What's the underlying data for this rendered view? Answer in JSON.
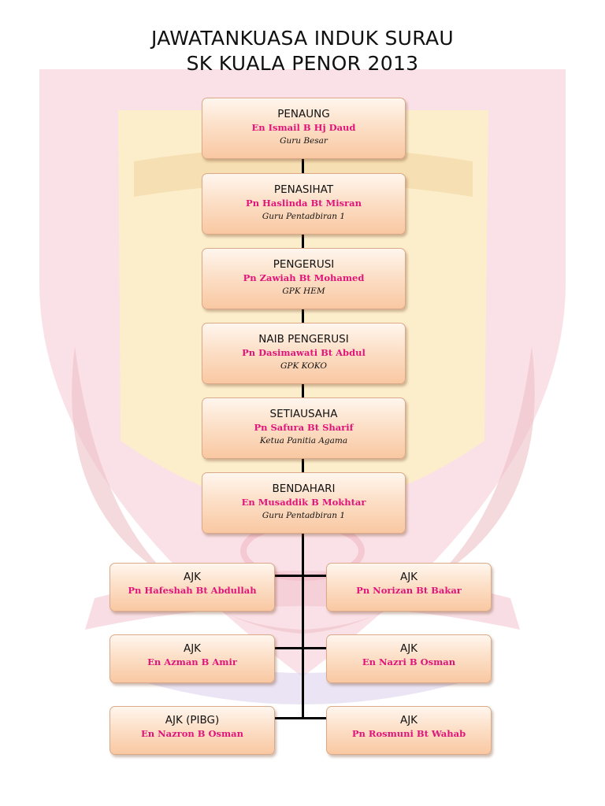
{
  "title": {
    "line1": "JAWATANKUASA INDUK SURAU",
    "line2": "SK KUALA PENOR 2013"
  },
  "colors": {
    "box_fill": "#fce0c8",
    "box_border": "#d9a98a",
    "name_text": "#e0147a",
    "connector": "#000000"
  },
  "chain": [
    {
      "role": "PENAUNG",
      "name": "En Ismail B Hj Daud",
      "post": "Guru Besar"
    },
    {
      "role": "PENASIHAT",
      "name": "Pn Haslinda Bt Misran",
      "post": "Guru Pentadbiran 1"
    },
    {
      "role": "PENGERUSI",
      "name": "Pn Zawiah Bt Mohamed",
      "post": "GPK HEM"
    },
    {
      "role": "NAIB PENGERUSI",
      "name": "Pn Dasimawati Bt Abdul",
      "post": "GPK KOKO"
    },
    {
      "role": "SETIAUSAHA",
      "name": "Pn Safura Bt Sharif",
      "post": "Ketua Panitia Agama"
    },
    {
      "role": "BENDAHARI",
      "name": "En Musaddik B Mokhtar",
      "post": "Guru Pentadbiran 1"
    }
  ],
  "committee": [
    {
      "left": {
        "role": "AJK",
        "name": "Pn Hafeshah Bt Abdullah"
      },
      "right": {
        "role": "AJK",
        "name": "Pn Norizan Bt Bakar"
      }
    },
    {
      "left": {
        "role": "AJK",
        "name": "En Azman B Amir"
      },
      "right": {
        "role": "AJK",
        "name": "En Nazri B Osman"
      }
    },
    {
      "left": {
        "role": "AJK (PIBG)",
        "name": "En Nazron B Osman"
      },
      "right": {
        "role": "AJK",
        "name": "Pn Rosmuni Bt Wahab"
      }
    }
  ]
}
